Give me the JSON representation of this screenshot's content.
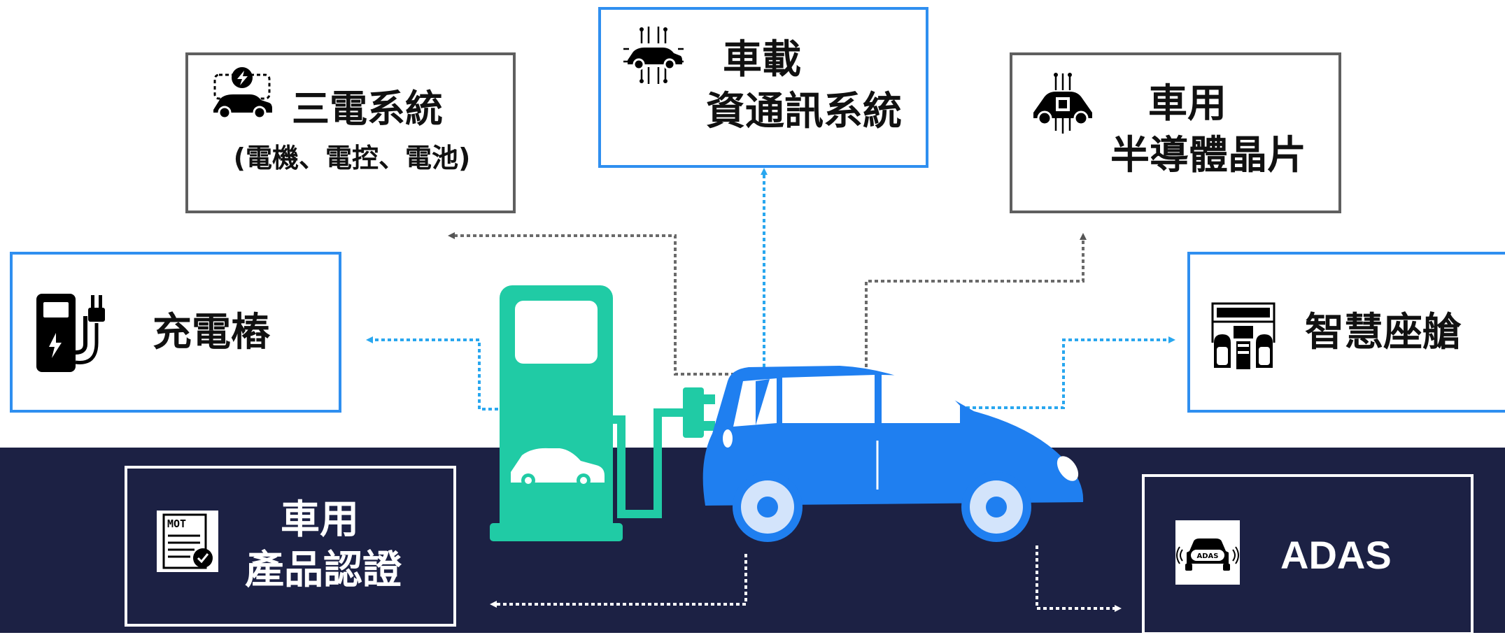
{
  "colors": {
    "navy_band": "#1c2144",
    "blue_border": "#2f8ff0",
    "gray_border": "#5f5f5f",
    "white_border": "#ffffff",
    "car_blue": "#1f7ff0",
    "charger_green": "#20cba5",
    "arrow_gray": "#6a6a6a",
    "arrow_blue": "#29a7ef",
    "arrow_white": "#ffffff"
  },
  "boxes": {
    "three_electric": {
      "line1": "三電系統",
      "line2": "(電機、電控、電池)",
      "icon": "electric-car-icon"
    },
    "infotainment": {
      "line1": "車載",
      "line2": "資通訊系統",
      "icon": "car-circuit-icon"
    },
    "semiconductor": {
      "line1": "車用",
      "line2": "半導體晶片",
      "icon": "car-chip-icon"
    },
    "charger": {
      "label": "充電樁",
      "icon": "charging-station-icon"
    },
    "smart_cockpit": {
      "label": "智慧座艙",
      "icon": "cockpit-icon"
    },
    "certification": {
      "line1": "車用",
      "line2": "產品認證",
      "icon": "certificate-icon",
      "badge": "MOT"
    },
    "adas": {
      "label": "ADAS",
      "icon": "adas-car-icon",
      "icon_text": "ADAS"
    }
  }
}
